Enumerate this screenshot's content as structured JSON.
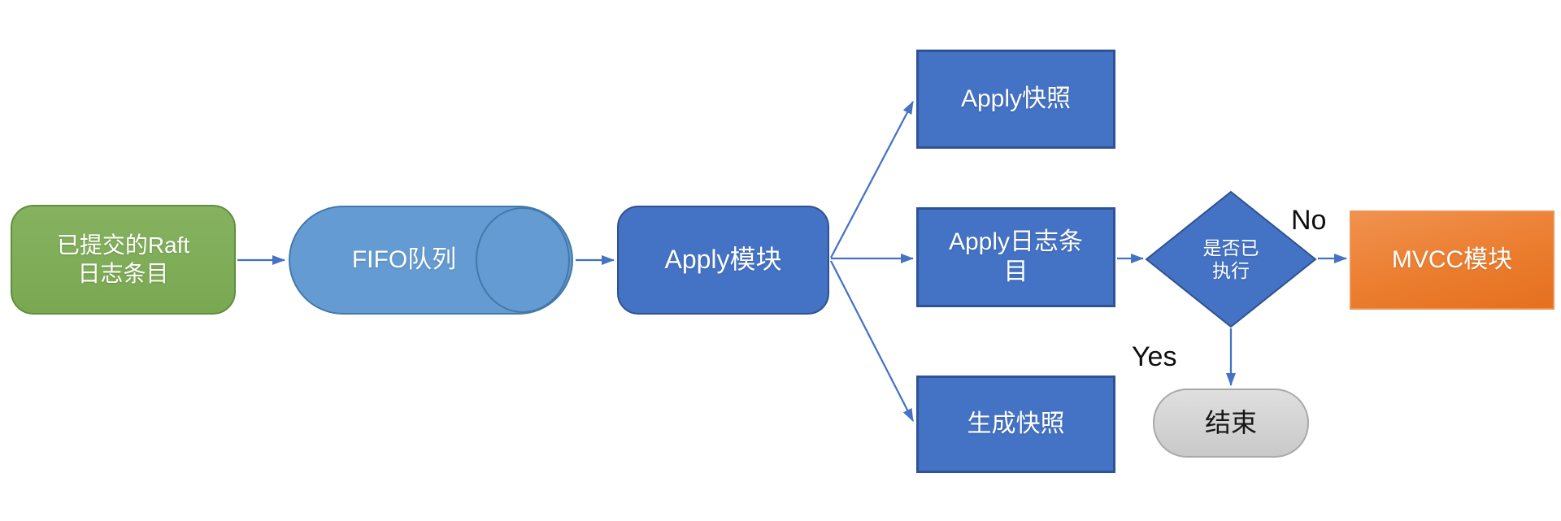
{
  "diagram": {
    "title_hint": "Raft apply flow diagram",
    "background": "#ffffff",
    "nodes": {
      "committed_raft": {
        "label": "已提交的Raft\n日志条目",
        "shape": "rounded-rect",
        "fill": "#7AA851",
        "border": "#5F8F3E",
        "text_color": "#ffffff"
      },
      "fifo_queue": {
        "label": "FIFO队列",
        "shape": "horizontal-cylinder",
        "fill": "#649BD2",
        "border": "#4379A9",
        "text_color": "#ffffff"
      },
      "apply_module": {
        "label": "Apply模块",
        "shape": "rounded-rect",
        "fill": "#4472C4",
        "border": "#2F528F",
        "text_color": "#ffffff"
      },
      "apply_snapshot": {
        "label": "Apply快照",
        "shape": "rect",
        "fill": "#4472C4",
        "border": "#2E5395",
        "text_color": "#ffffff"
      },
      "apply_log_entries": {
        "label": "Apply日志条\n目",
        "shape": "rect",
        "fill": "#4472C4",
        "border": "#2E5395",
        "text_color": "#ffffff"
      },
      "generate_snapshot": {
        "label": "生成快照",
        "shape": "rect",
        "fill": "#4472C4",
        "border": "#2E5395",
        "text_color": "#ffffff"
      },
      "decision_executed": {
        "label": "是否已\n执行",
        "shape": "diamond",
        "fill": "#4472C4",
        "border": "#2F528F",
        "text_color": "#ffffff"
      },
      "mvcc_module": {
        "label": "MVCC模块",
        "shape": "rect",
        "fill": "#ED7D31",
        "border": "#ED9455",
        "text_color": "#ffffff"
      },
      "end_node": {
        "label": "结束",
        "shape": "stadium",
        "fill": "#D9D9D9",
        "border": "#A9A9A9",
        "text_color": "#161616"
      }
    },
    "edges": [
      {
        "from": "committed_raft",
        "to": "fifo_queue"
      },
      {
        "from": "fifo_queue",
        "to": "apply_module"
      },
      {
        "from": "apply_module",
        "to": "apply_snapshot"
      },
      {
        "from": "apply_module",
        "to": "apply_log_entries"
      },
      {
        "from": "apply_module",
        "to": "generate_snapshot"
      },
      {
        "from": "apply_log_entries",
        "to": "decision_executed"
      },
      {
        "from": "decision_executed",
        "to": "mvcc_module",
        "label": "No"
      },
      {
        "from": "decision_executed",
        "to": "end_node",
        "label": "Yes"
      }
    ],
    "edge_labels": {
      "no": "No",
      "yes": "Yes"
    },
    "colors": {
      "connector": "#4472C4",
      "diamond_fill": "#4472C4",
      "diamond_border": "#2F528F"
    }
  }
}
